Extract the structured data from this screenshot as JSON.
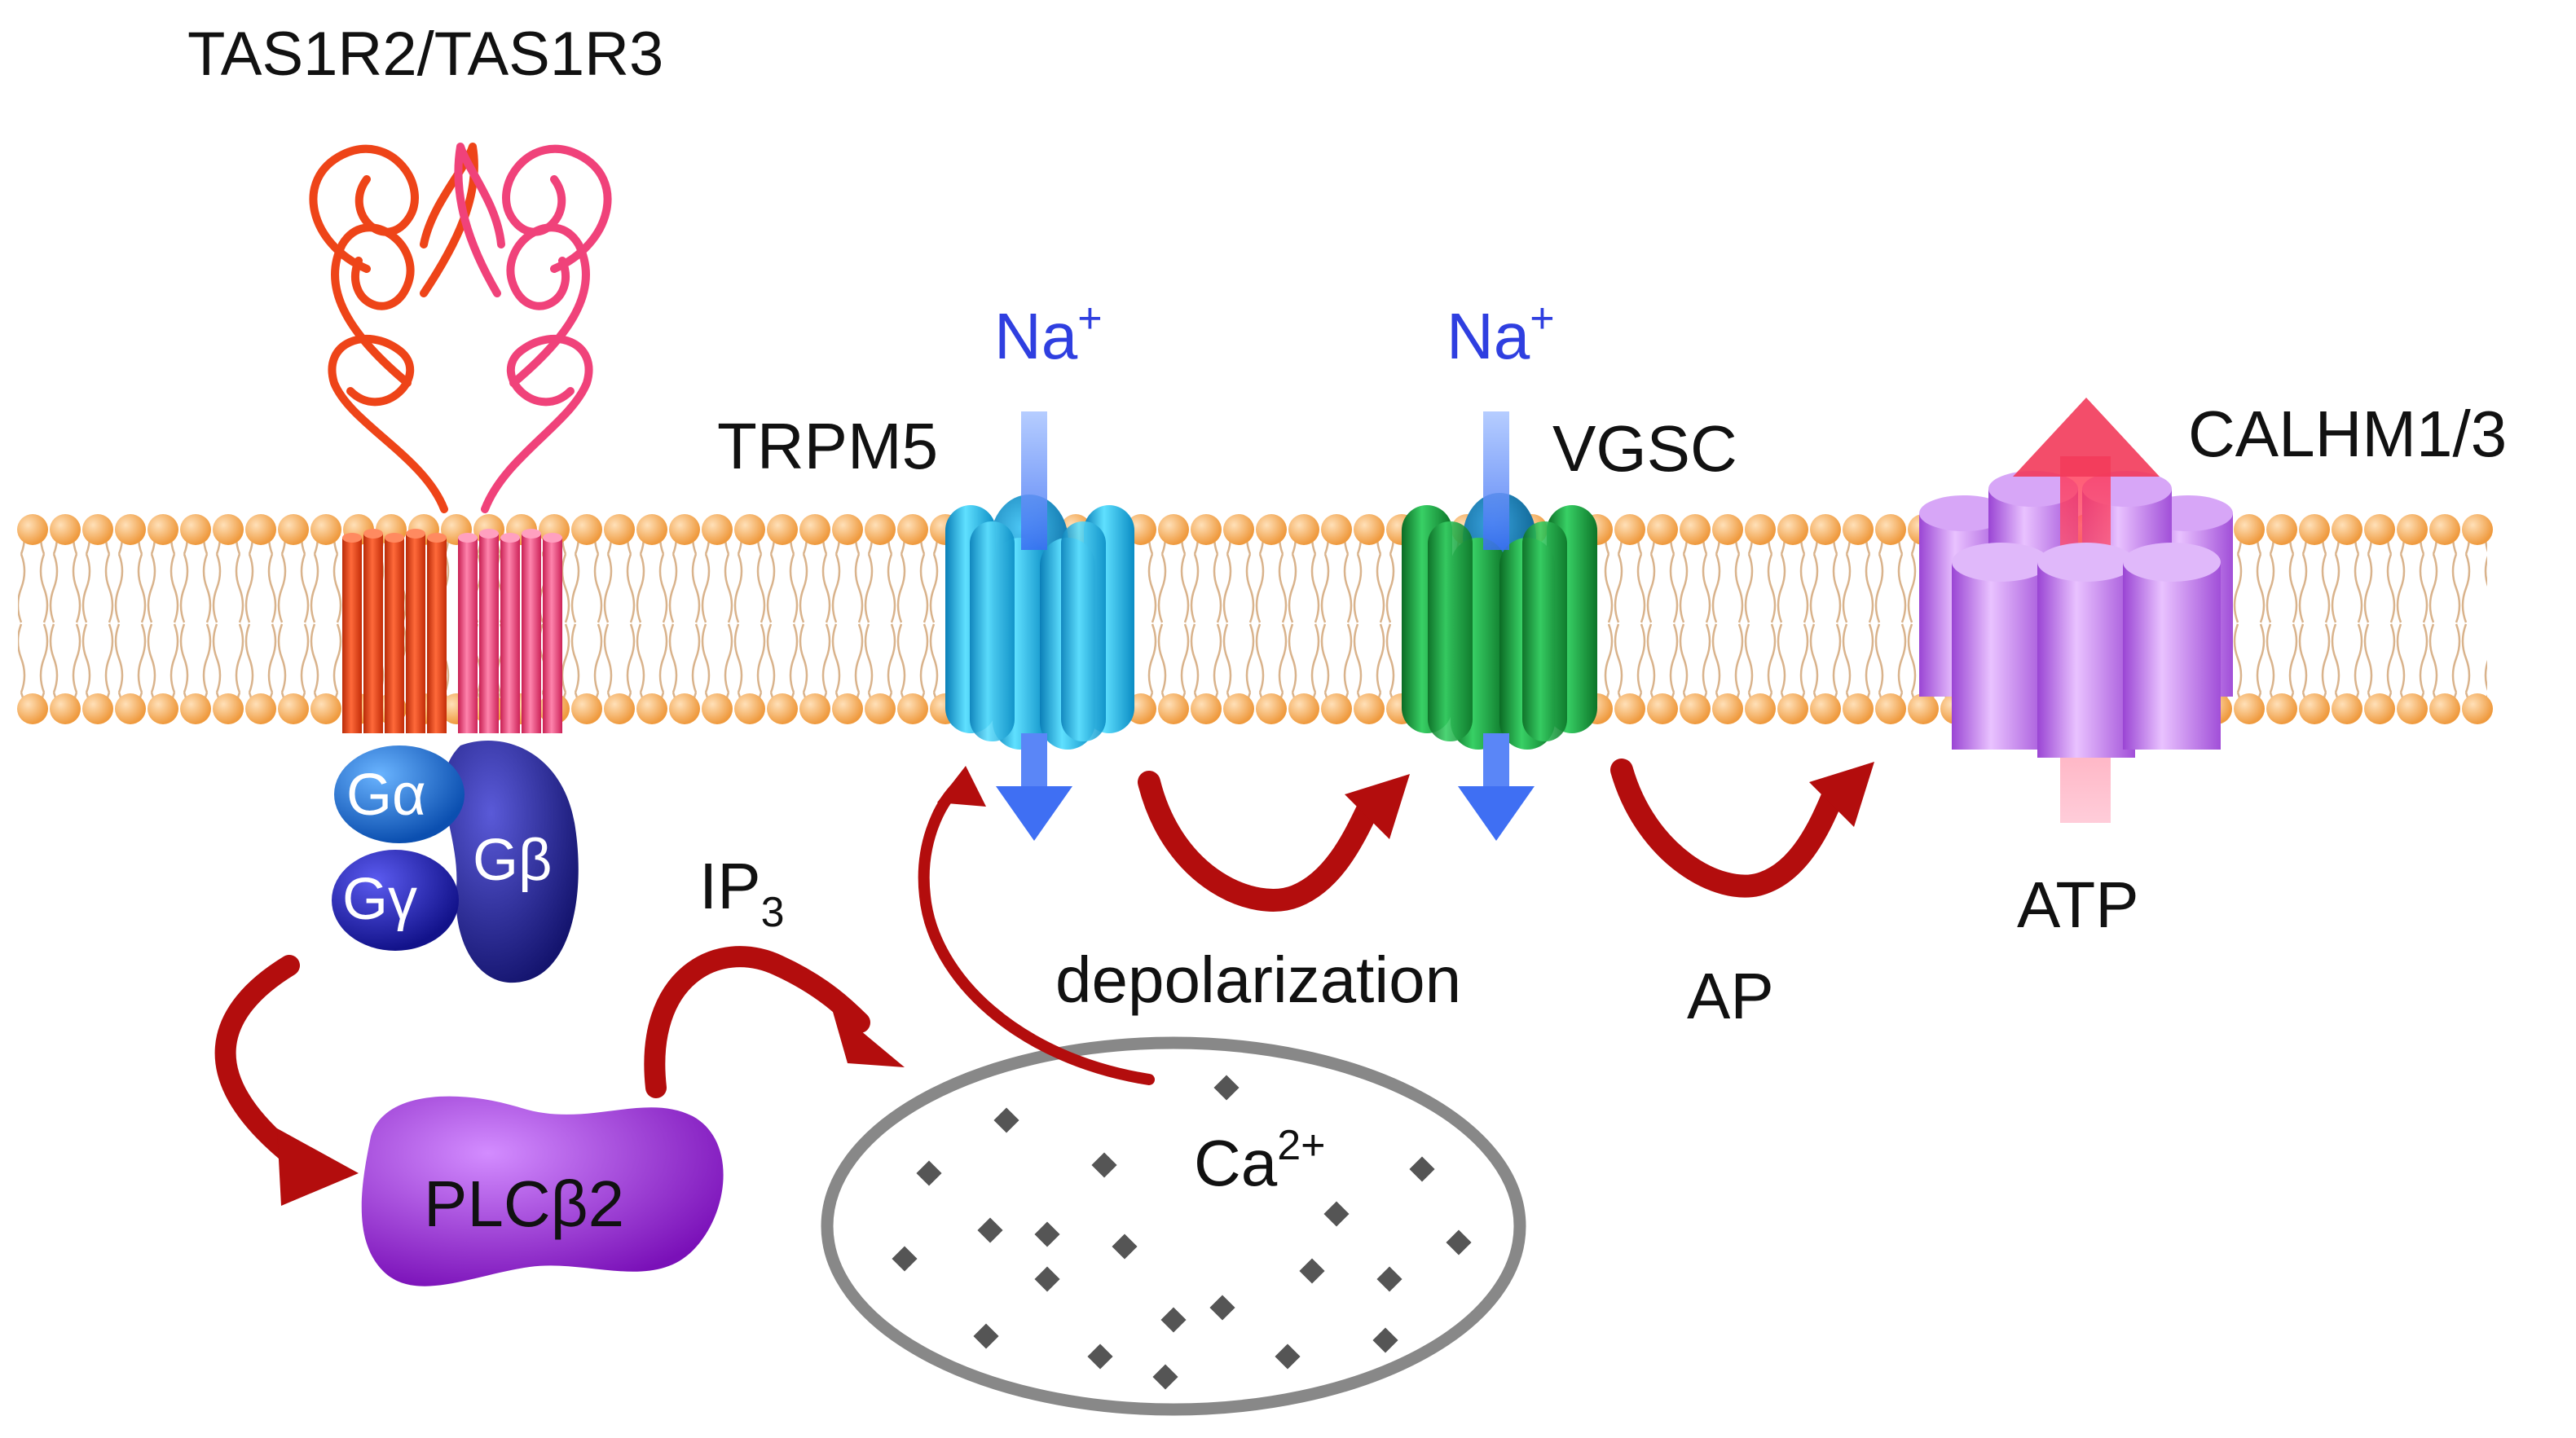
{
  "receptor": {
    "label": "TAS1R2/TAS1R3"
  },
  "g_protein": {
    "alpha": "Gα",
    "beta": "Gβ",
    "gamma": "Gγ"
  },
  "enzyme": {
    "label": "PLCβ2"
  },
  "messenger": {
    "base": "IP",
    "subscript": "3"
  },
  "store": {
    "ion_base": "Ca",
    "ion_charge": "2+"
  },
  "trpm5": {
    "label": "TRPM5",
    "ion_base": "Na",
    "ion_charge": "+"
  },
  "vgsc": {
    "label": "VGSC",
    "ion_base": "Na",
    "ion_charge": "+"
  },
  "calhm": {
    "label": "CALHM1/3",
    "cargo": "ATP"
  },
  "steps": {
    "depolarization": "depolarization",
    "action_potential": "AP"
  },
  "colors": {
    "bilayer_head": "#f5a34a",
    "tas1r2": "#ee4418",
    "tas1r3": "#f0427a",
    "g_alpha": "#1f6fd6",
    "g_beta": "#2a2a9a",
    "g_gamma": "#2222aa",
    "plc": "#9b1fd8",
    "trpm5": "#22b8e6",
    "vgsc": "#149a36",
    "calhm": "#b565ea",
    "sodium_arrow": "#4f7ff5",
    "signal_arrow": "#b30d0d",
    "atp_arrow": "#f23a5a",
    "ion_text": "#2f3fe0",
    "store_outline": "#888888"
  }
}
